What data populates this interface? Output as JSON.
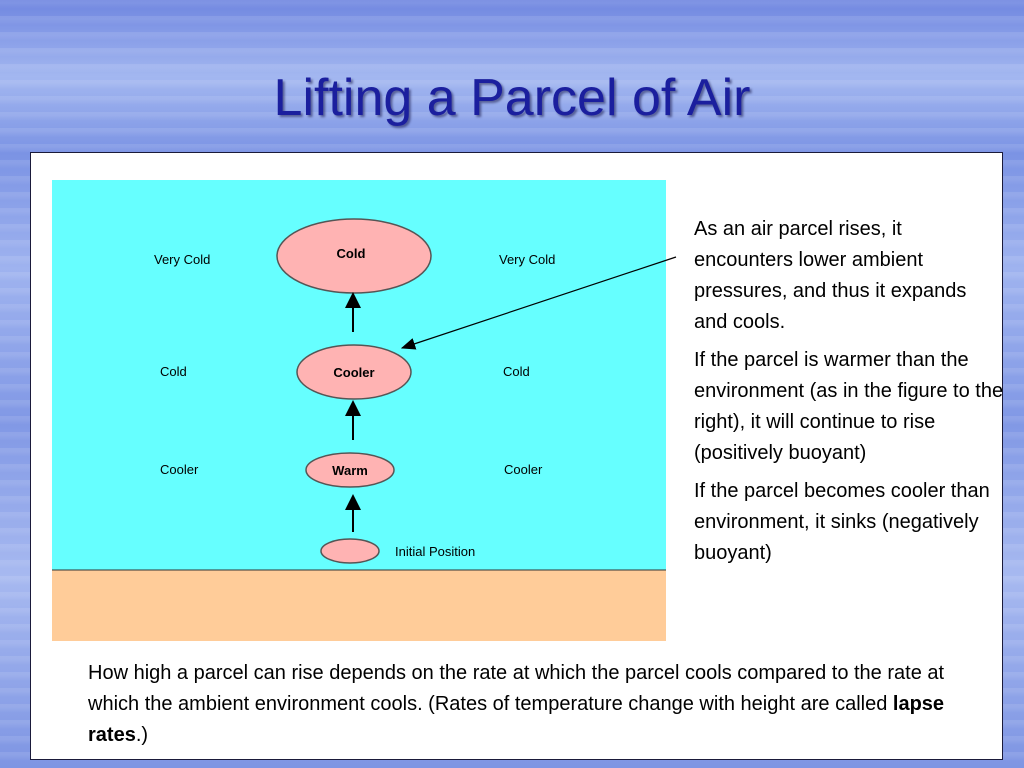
{
  "title": "Lifting a Parcel of Air",
  "figure": {
    "parcels": [
      {
        "label": "Cold",
        "side_label": "Very Cold"
      },
      {
        "label": "Cooler",
        "side_label": "Cold"
      },
      {
        "label": "Warm",
        "side_label": "Cooler"
      },
      {
        "label": "",
        "side_label": "Initial Position"
      }
    ],
    "colors": {
      "sky": "#66ffff",
      "ground": "#ffcc99",
      "parcel_fill": "#ffb3b3",
      "parcel_stroke": "#555555"
    }
  },
  "side_paragraphs": [
    "As an air parcel rises, it encounters lower ambient pressures, and thus it expands and cools.",
    "If the parcel is warmer than the environment (as in the figure to the right), it will continue to rise (positively buoyant)",
    "If the parcel becomes cooler than environment, it sinks (negatively buoyant)"
  ],
  "bottom": {
    "text_before": "How high a parcel can rise depends on the rate at which the parcel cools compared to the rate at which the ambient environment cools.  (Rates of temperature change with height are called ",
    "bold": "lapse rates",
    "text_after": ".)"
  }
}
